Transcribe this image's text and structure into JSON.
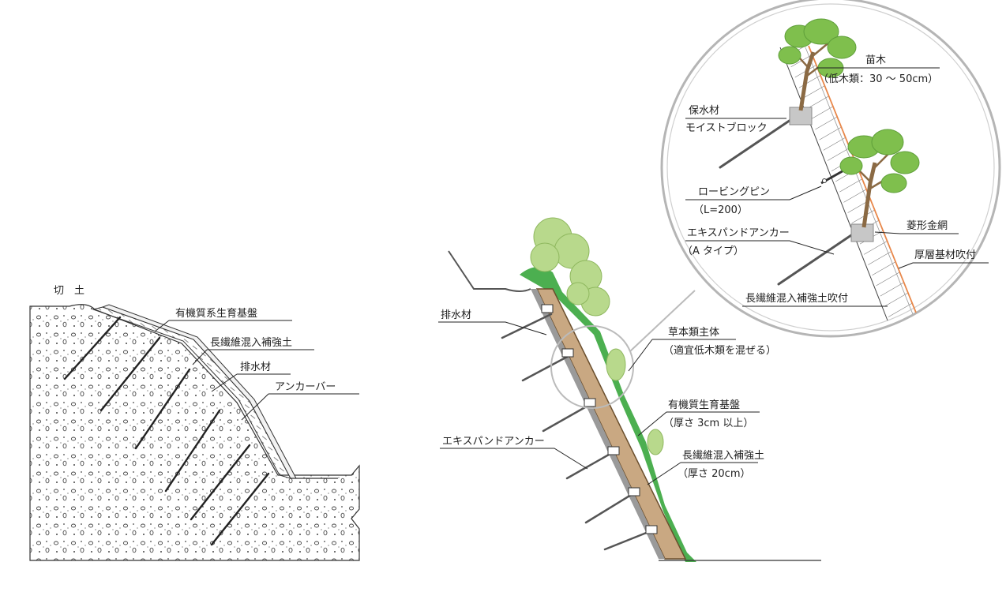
{
  "left_section": {
    "title": "切　土",
    "labels": {
      "organic_base": "有機質系生育基盤",
      "fiber_soil": "長繊維混入補強土",
      "drain": "排水材",
      "anchor_bar": "アンカーバー"
    }
  },
  "middle_section": {
    "labels": {
      "drain": "排水材",
      "anchor": "エキスパンドアンカー",
      "herb_line1": "草本類主体",
      "herb_line2": "（適宜低木類を混ぜる）",
      "organic_line1": "有機質生育基盤",
      "organic_line2": "（厚さ 3cm 以上）",
      "fiber_line1": "長繊維混入補強土",
      "fiber_line2": "（厚さ 20cm）"
    }
  },
  "detail_section": {
    "labels": {
      "seedling_line1": "苗木",
      "seedling_line2": "（低木類：30 〜 50cm）",
      "water_line1": "保水材",
      "water_line2": "モイストブロック",
      "pin_line1": "ロービングピン",
      "pin_line2": "（L=200）",
      "anchor_line1": "エキスパンドアンカー",
      "anchor_line2": "（A タイプ）",
      "mesh": "菱形金網",
      "thick_spray": "厚層基材吹付",
      "fiber_spray": "長繊維混入補強土吹付"
    }
  },
  "colors": {
    "soil_fill": "#c9a882",
    "green": "#4caf50",
    "tree_green": "#b8d98c",
    "orange_line": "#e8874a",
    "gray": "#9a9a9a"
  }
}
